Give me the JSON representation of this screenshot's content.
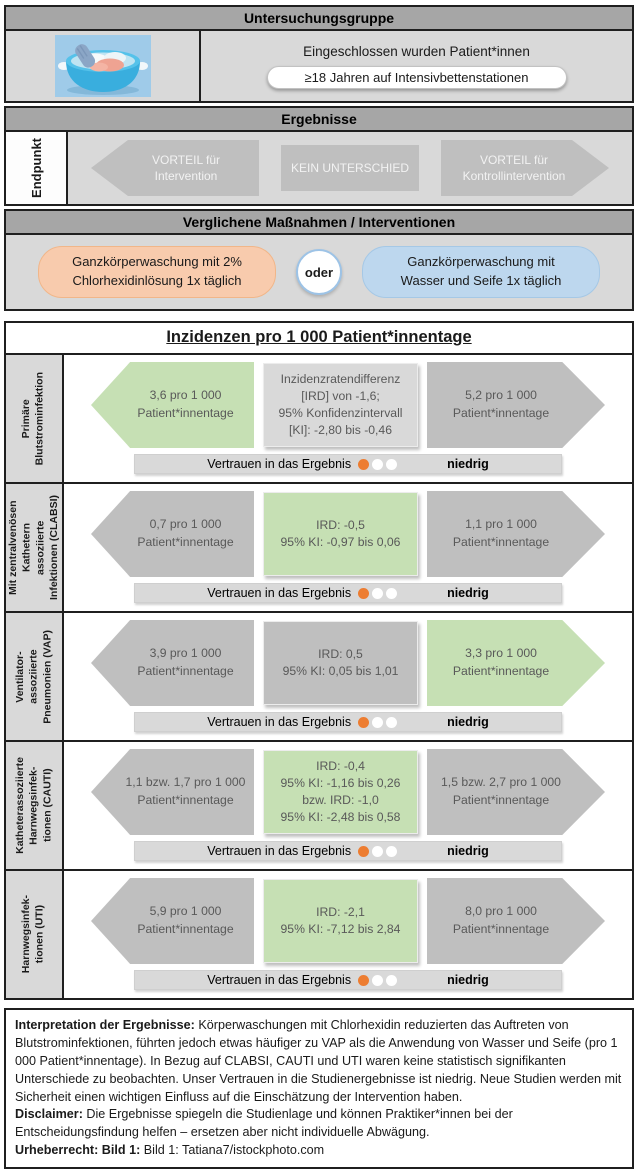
{
  "colors": {
    "header_bar": "#a6a6a6",
    "panel_gray": "#d9d9d9",
    "arrow_gray": "#bfbfbf",
    "highlight_green": "#c6e0b4",
    "intervention_orange": "#f8cbad",
    "control_blue": "#bdd7ee",
    "confidence_dot_orange": "#ed7d31"
  },
  "untersuchungsgruppe": {
    "title": "Untersuchungsgruppe",
    "photo_icon": "washing-bowl-photo",
    "inclusion_line": "Eingeschlossen wurden Patient*innen",
    "inclusion_pill": "≥18 Jahren auf Intensivbettenstationen"
  },
  "ergebnisse": {
    "title": "Ergebnisse",
    "endpoint_label_lines": [
      "Endpunkt"
    ],
    "legend_left_lines": [
      "VORTEIL für",
      "Intervention"
    ],
    "legend_mid_lines": [
      "KEIN UNTERSCHIED"
    ],
    "legend_right_lines": [
      "VORTEIL  für",
      "Kontrollintervention"
    ]
  },
  "interventionen": {
    "title": "Verglichene Maßnahmen / Interventionen",
    "option_a_lines": [
      "Ganzkörperwaschung mit 2%",
      "Chlorhexidinlösung 1x täglich"
    ],
    "connector": "oder",
    "option_b_lines": [
      "Ganzkörperwaschung mit",
      "Wasser und Seife 1x täglich"
    ]
  },
  "inzidenzen": {
    "title": "Inzidenzen pro 1 000 Patient*innentage",
    "rows": [
      {
        "label_lines": [
          "Primäre",
          "Blutstrominfektion"
        ],
        "left": {
          "variant": "green",
          "lines": [
            "3,6 pro 1 000",
            "Patient*innentage"
          ]
        },
        "middle": {
          "variant": "light-gray",
          "lines": [
            "Inzidenzratendifferenz",
            "[IRD] von -1,6;",
            "95% Konfidenzintervall",
            "[KI]: -2,80 bis -0,46"
          ]
        },
        "right": {
          "variant": "gray",
          "lines": [
            "5,2 pro 1 000",
            "Patient*innentage"
          ]
        },
        "confidence": {
          "label": "Vertrauen in das Ergebnis",
          "level": "niedrig",
          "dots_filled": 1,
          "dots_total": 3
        }
      },
      {
        "label_lines": [
          "Mit zentralvenösen",
          "Kathetern",
          "assoziierte",
          "Infektionen (CLABSI)"
        ],
        "left": {
          "variant": "gray",
          "lines": [
            "0,7 pro 1 000",
            "Patient*innentage"
          ]
        },
        "middle": {
          "variant": "green",
          "lines": [
            "IRD: -0,5",
            "95% KI: -0,97 bis 0,06"
          ]
        },
        "right": {
          "variant": "gray",
          "lines": [
            "1,1 pro 1 000",
            "Patient*innentage"
          ]
        },
        "confidence": {
          "label": "Vertrauen in das Ergebnis",
          "level": "niedrig",
          "dots_filled": 1,
          "dots_total": 3
        }
      },
      {
        "label_lines": [
          "Ventilator-",
          "assoziierte",
          "Pneumonien (VAP)"
        ],
        "left": {
          "variant": "gray",
          "lines": [
            "3,9 pro 1 000",
            "Patient*innentage"
          ]
        },
        "middle": {
          "variant": "gray",
          "lines": [
            "IRD: 0,5",
            "95% KI: 0,05 bis 1,01"
          ]
        },
        "right": {
          "variant": "green",
          "lines": [
            "3,3 pro 1 000",
            "Patient*innentage"
          ]
        },
        "confidence": {
          "label": "Vertrauen in das Ergebnis",
          "level": "niedrig",
          "dots_filled": 1,
          "dots_total": 3
        }
      },
      {
        "label_lines": [
          "Katheterassoziierte",
          "Harnwegsinfek-",
          "tionen (CAUTI)"
        ],
        "left": {
          "variant": "gray",
          "lines": [
            "1,1 bzw. 1,7 pro 1 000",
            "Patient*innentage"
          ]
        },
        "middle": {
          "variant": "green",
          "lines": [
            "IRD: -0,4",
            "95% KI: -1,16 bis 0,26",
            "bzw. IRD: -1,0",
            "95% KI: -2,48 bis 0,58"
          ]
        },
        "right": {
          "variant": "gray",
          "lines": [
            "1,5 bzw. 2,7 pro 1 000",
            "Patient*innentage"
          ]
        },
        "confidence": {
          "label": "Vertrauen in das Ergebnis",
          "level": "niedrig",
          "dots_filled": 1,
          "dots_total": 3
        }
      },
      {
        "label_lines": [
          "Harnwegsinfek-",
          "tionen (UTI)"
        ],
        "left": {
          "variant": "gray",
          "lines": [
            "5,9 pro 1 000",
            "Patient*innentage"
          ]
        },
        "middle": {
          "variant": "green",
          "lines": [
            "IRD: -2,1",
            "95% KI: -7,12 bis 2,84"
          ]
        },
        "right": {
          "variant": "gray",
          "lines": [
            "8,0 pro 1 000",
            "Patient*innentage"
          ]
        },
        "confidence": {
          "label": "Vertrauen in das Ergebnis",
          "level": "niedrig",
          "dots_filled": 1,
          "dots_total": 3
        }
      }
    ]
  },
  "footer": {
    "interpretation_label": "Interpretation der Ergebnisse:",
    "interpretation_text": " Körperwaschungen mit Chlorhexidin reduzierten das Auftreten von Blutstrominfektionen, führten jedoch etwas häufiger zu VAP als die Anwendung von Wasser und Seife (pro 1 000 Patient*innentage). In Bezug auf CLABSI, CAUTI und UTI waren keine statistisch signifikanten Unterschiede zu beobachten. Unser Vertrauen in die Studienergebnisse ist niedrig. Neue Studien werden mit Sicherheit einen wichtigen Einfluss auf die Einschätzung der Intervention haben.",
    "disclaimer_label": "Disclaimer:",
    "disclaimer_text": " Die Ergebnisse spiegeln die Studienlage und können Praktiker*innen bei der Entscheidungsfindung helfen – ersetzen aber nicht individuelle Abwägung.",
    "copyright_label": "Urheberrecht: Bild 1:",
    "copyright_text": " Bild 1: Tatiana7/istockphoto.com"
  }
}
